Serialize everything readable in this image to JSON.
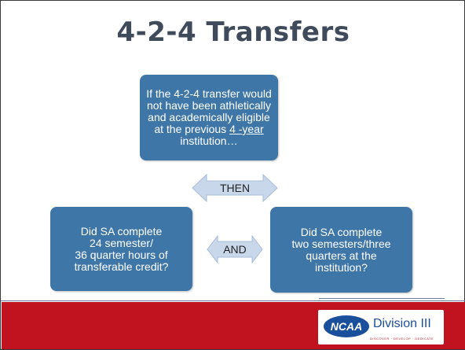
{
  "slide": {
    "title": "4-2-4 Transfers",
    "top_box": {
      "line1": "If the 4-2-4 transfer would",
      "line2": "not have been athletically",
      "line3": "and academically eligible",
      "line4_prefix": "at the previous ",
      "line4_link": "4 -year",
      "line5": "institution…"
    },
    "then_label": "THEN",
    "and_label": "AND",
    "left_box": {
      "line1": "Did SA complete",
      "line2": "24 semester/",
      "line3": "36 quarter hours of",
      "line4": "transferable credit?"
    },
    "right_box": {
      "line1": "Did SA complete",
      "line2": "two semesters/three",
      "line3": "quarters at the",
      "line4": "institution?"
    }
  },
  "footer": {
    "logo_text": "NCAA",
    "division_text": "Division III",
    "subtext": "DISCOVER · DEVELOP · DEDICATE"
  },
  "colors": {
    "box_blue": "#3f76a8",
    "arrow_fill": "#c9d7ea",
    "footer_red": "#c1121f",
    "title_gray": "#3f4a5a"
  },
  "icons": {
    "then_arrow": "double-arrow-icon",
    "and_arrow": "double-arrow-icon",
    "logo": "ncaa-logo-icon"
  }
}
